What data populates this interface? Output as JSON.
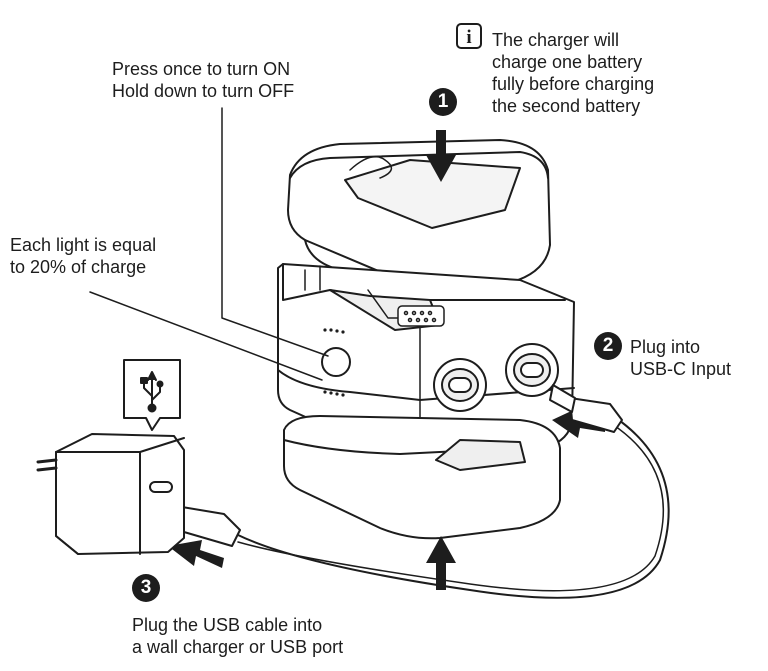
{
  "labels": {
    "power_button": [
      "Press once to turn ON",
      "Hold down to turn OFF"
    ],
    "charge_info": [
      "The charger will",
      "charge one battery",
      "fully before charging",
      "the second battery"
    ],
    "light_info": [
      "Each light is equal",
      "to 20% of charge"
    ],
    "usbc_input": [
      "Plug into",
      "USB-C Input"
    ],
    "wall_charger": [
      "Plug the USB cable into",
      "a wall charger or USB port"
    ]
  },
  "steps": {
    "one": "1",
    "two": "2",
    "three": "3"
  },
  "icons": {
    "info": "i",
    "usb": "usb-symbol-icon",
    "info_name": "info-icon"
  },
  "colors": {
    "ink": "#1d1d1d",
    "fill": "#ffffff",
    "shade": "#efefef"
  }
}
